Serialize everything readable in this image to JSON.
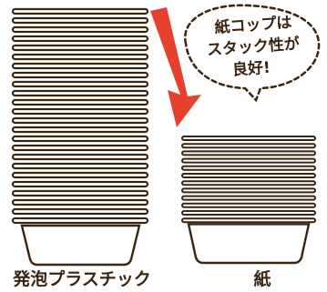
{
  "labels": {
    "plastic": "発泡プラスチック",
    "paper": "紙"
  },
  "bubble": {
    "line1": "紙コップは",
    "line2": "スタック性が",
    "line3": "良好!"
  },
  "stacks": {
    "plastic_cup_count": 24,
    "paper_cup_count": 12
  },
  "colors": {
    "outline": "#3a2410",
    "arrow": "#e8402e",
    "background": "#ffffff"
  }
}
